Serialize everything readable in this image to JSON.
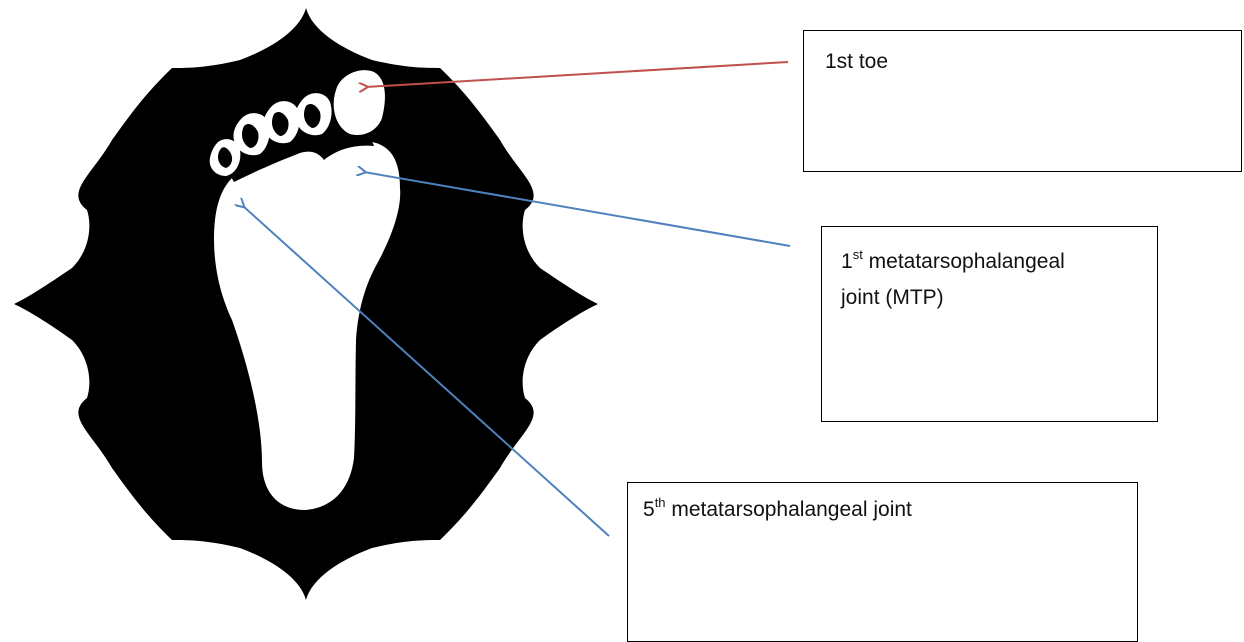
{
  "colors": {
    "frame": "#000000",
    "foot": "#ffffff",
    "arrow_red": "#c0504d",
    "arrow_blue": "#4f81bd",
    "box_border": "#000000"
  },
  "labels": {
    "toe": {
      "text": "1st toe"
    },
    "mtp1": {
      "number": "1",
      "ordinal": "st",
      "line1": "metatarsophalangeal",
      "line2": "joint (MTP)"
    },
    "mtp5": {
      "number": "5",
      "ordinal": "th",
      "text": "metatarsophalangeal joint"
    }
  },
  "icons": {
    "frame": "ornate-frame-icon",
    "foot": "foot-silhouette-icon"
  }
}
